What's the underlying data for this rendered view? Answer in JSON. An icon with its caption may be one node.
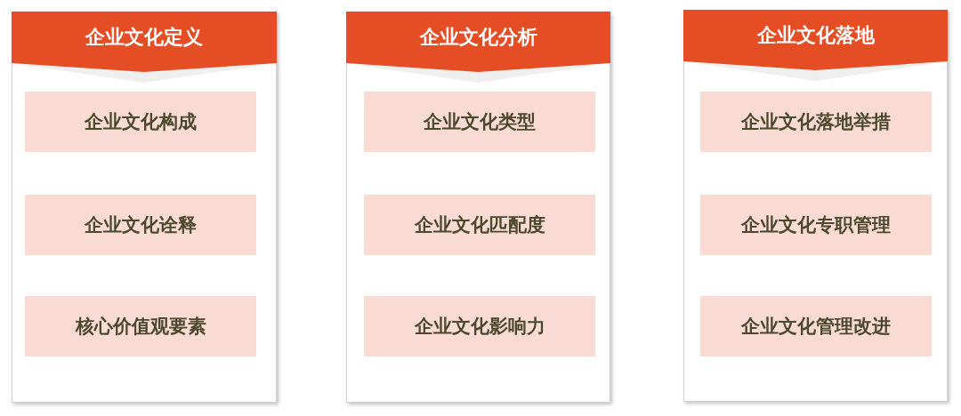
{
  "diagram": {
    "nodes": [
      {
        "text": [
          "企业文化定义"
        ]
      },
      {
        "text": [
          "企业文化构成"
        ],
        "in": 0
      },
      {
        "text": [
          "企业文化诠释"
        ],
        "in": 0
      },
      {
        "text": [
          "核心价值观要素"
        ],
        "in": 0
      },
      {
        "text": [
          "企业文化分析"
        ]
      },
      {
        "text": [
          "企业文化类型"
        ],
        "in": 4
      },
      {
        "text": [
          "企业文化匹配度"
        ],
        "in": 4
      },
      {
        "text": [
          "企业文化影响力"
        ],
        "in": 4
      },
      {
        "text": [
          "企业文化落地"
        ]
      },
      {
        "text": [
          "企业文化落地举措"
        ],
        "in": 8
      },
      {
        "text": [
          "企业文化专职管理"
        ],
        "in": 8
      },
      {
        "text": [
          "企业文化管理改进"
        ],
        "in": 8
      }
    ]
  }
}
